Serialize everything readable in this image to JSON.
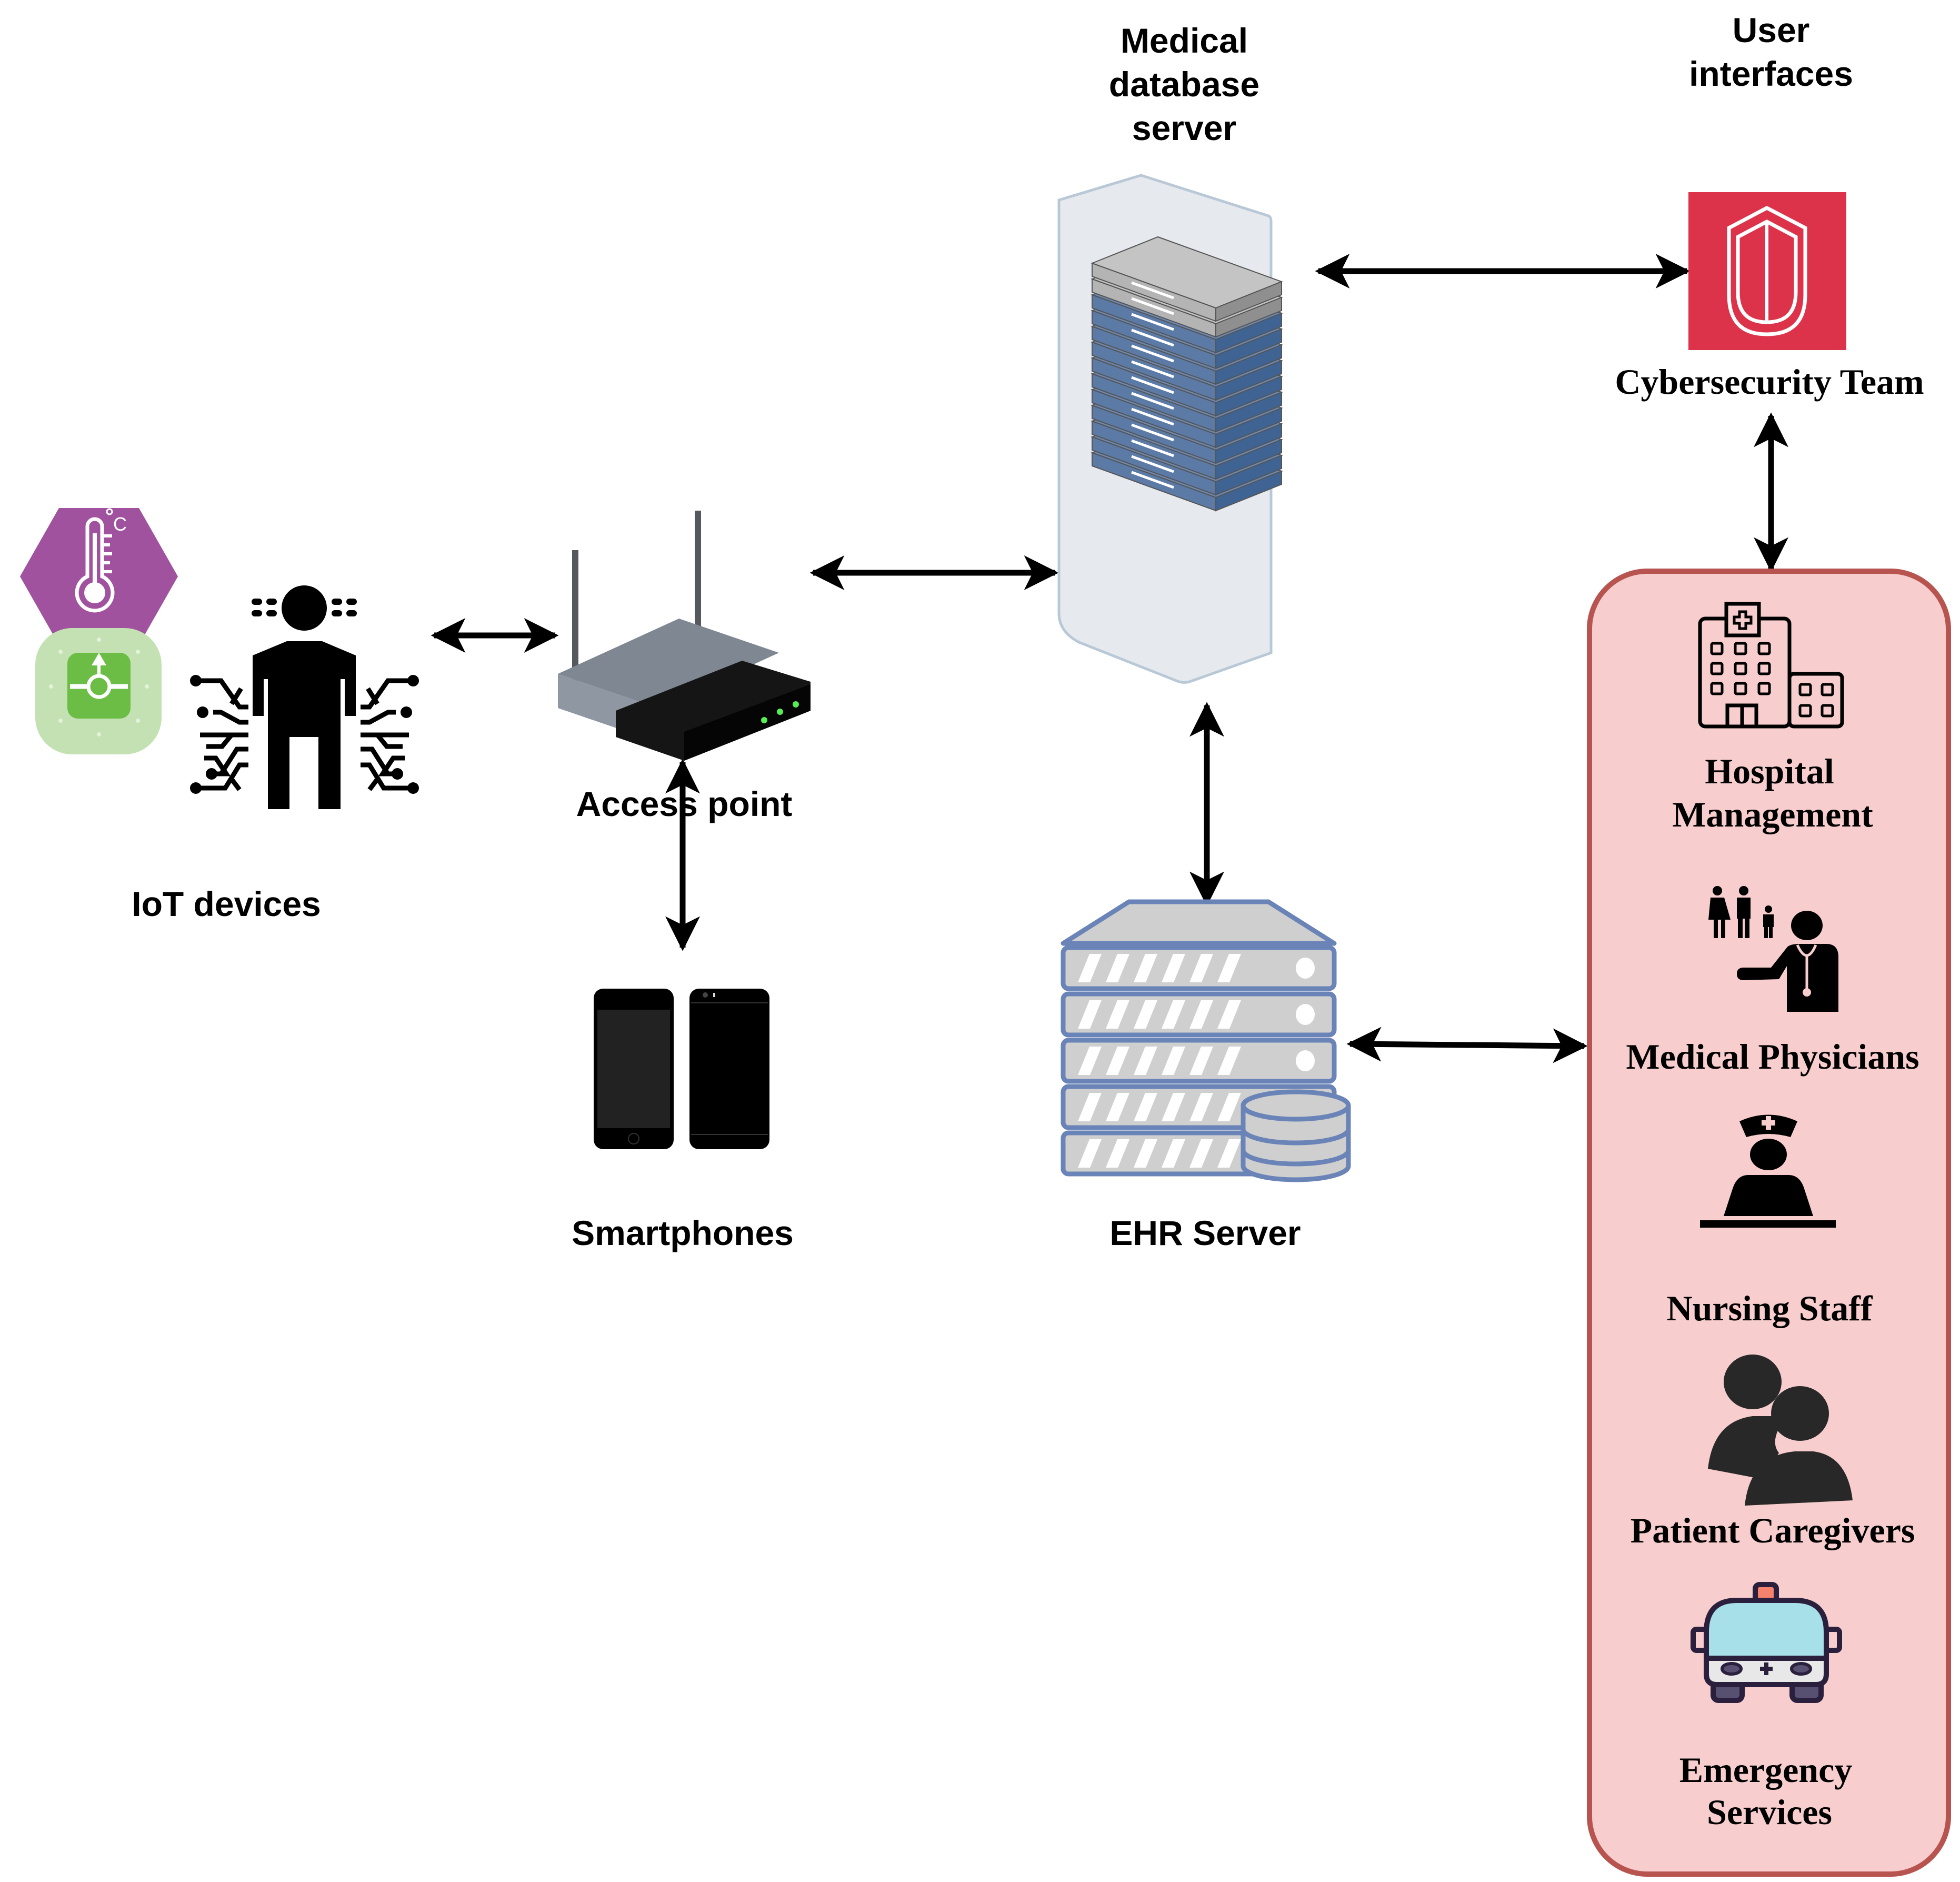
{
  "diagram": {
    "type": "healthcare-iot-network-architecture",
    "nodes": {
      "iot_devices": {
        "label": "IoT devices",
        "icons": [
          "thermometer-sensor-icon",
          "gps-tracker-icon",
          "wearable-person-icon"
        ]
      },
      "access_point": {
        "label": "Access point",
        "icon": "wireless-router-icon"
      },
      "smartphones": {
        "label": "Smartphones",
        "icon": "smartphones-icon"
      },
      "medical_db": {
        "label_lines": [
          "Medical",
          "database",
          "server"
        ],
        "icon": "server-rack-icon"
      },
      "ehr_server": {
        "label": "EHR Server",
        "icon": "ehr-server-database-icon"
      },
      "user_interfaces": {
        "label_lines": [
          "User",
          "interfaces"
        ]
      },
      "cybersecurity": {
        "label": "Cybersecurity Team",
        "icon": "shield-icon"
      },
      "user_group": {
        "items": [
          {
            "label_lines": [
              "Hospital",
              "Management"
            ],
            "icon": "hospital-building-icon"
          },
          {
            "label_lines": [
              "Medical Physicians"
            ],
            "icon": "doctor-with-family-icon"
          },
          {
            "label_lines": [
              "Nursing Staff"
            ],
            "icon": "nurse-icon"
          },
          {
            "label_lines": [
              "Patient Caregivers"
            ],
            "icon": "caregivers-icon"
          },
          {
            "label_lines": [
              "Emergency",
              "Services"
            ],
            "icon": "ambulance-icon"
          }
        ]
      }
    },
    "edges": [
      {
        "from": "iot_devices",
        "to": "access_point",
        "direction": "bidirectional"
      },
      {
        "from": "access_point",
        "to": "medical_db",
        "direction": "bidirectional"
      },
      {
        "from": "access_point",
        "to": "smartphones",
        "direction": "bidirectional"
      },
      {
        "from": "medical_db",
        "to": "cybersecurity",
        "direction": "bidirectional"
      },
      {
        "from": "medical_db",
        "to": "ehr_server",
        "direction": "bidirectional"
      },
      {
        "from": "cybersecurity",
        "to": "user_group",
        "direction": "bidirectional"
      },
      {
        "from": "ehr_server",
        "to": "user_group",
        "direction": "bidirectional"
      }
    ],
    "colors": {
      "thermo_hex": "#a0529e",
      "gps_outer": "#c3e1b2",
      "gps_inner": "#6cbd45",
      "server_blue": "#5b7aa6",
      "server_gray": "#bdbdbd",
      "shield_red": "#dc334b",
      "group_fill": "#f7cdcd",
      "group_border": "#b85450",
      "ehr_stroke": "#6b84b8"
    }
  }
}
